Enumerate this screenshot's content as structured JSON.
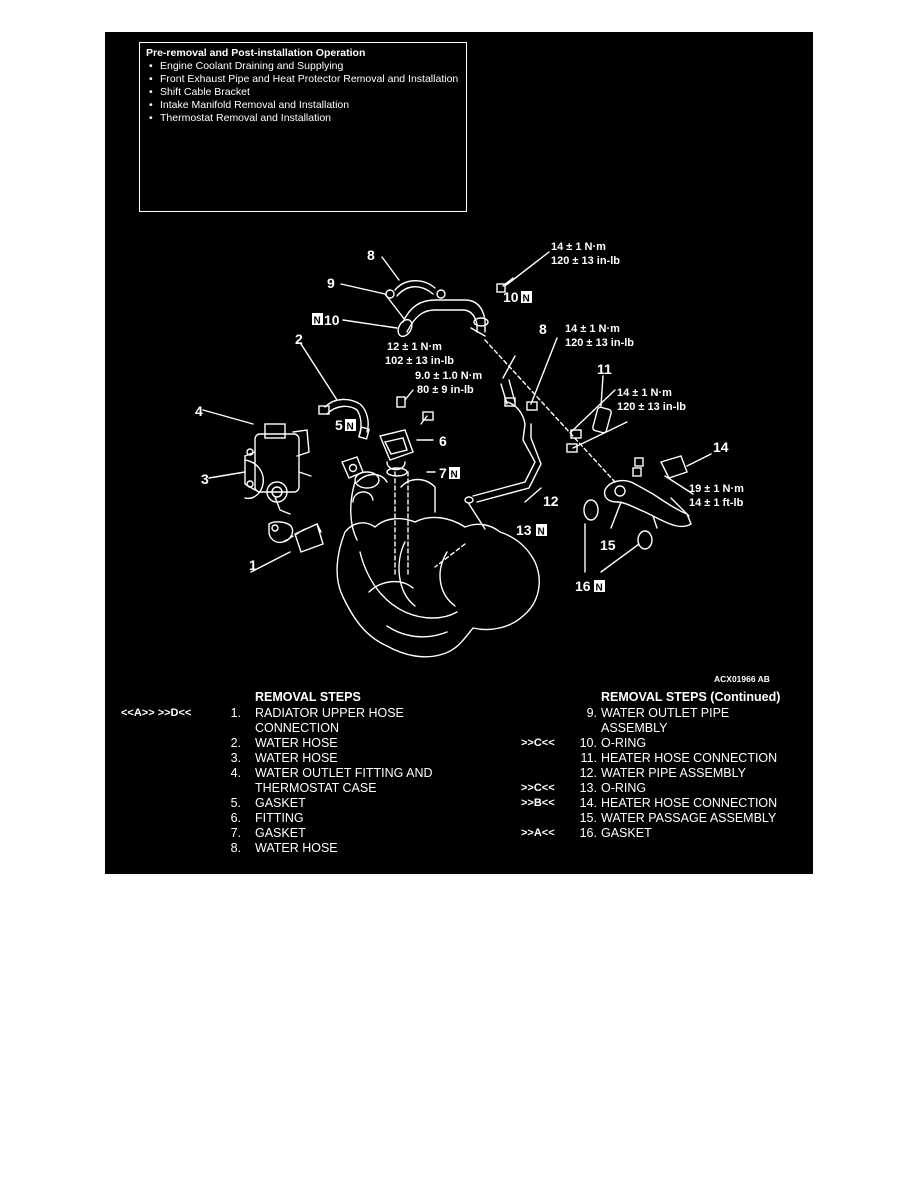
{
  "preop": {
    "title": "Pre-removal and Post-installation Operation",
    "items": [
      "Engine Coolant Draining and Supplying",
      "Front Exhaust Pipe and Heat Protector Removal and Installation",
      "Shift Cable Bracket",
      "Intake Manifold Removal and Installation",
      "Thermostat Removal and Installation"
    ]
  },
  "diagram": {
    "code": "ACX01966 AB",
    "callouts": {
      "c1": "1",
      "c2": "2",
      "c3": "3",
      "c4": "4",
      "c5": "5",
      "c6": "6",
      "c7": "7",
      "c8a": "8",
      "c8b": "8",
      "c9": "9",
      "c10a": "10",
      "c10b": "10",
      "c11": "11",
      "c12": "12",
      "c13": "13",
      "c14": "14",
      "c15": "15",
      "c16": "16",
      "n": "N"
    },
    "torques": {
      "t1a": "14 ± 1 N·m",
      "t1b": "120 ± 13 in-lb",
      "t2a": "12 ± 1 N·m",
      "t2b": "102 ± 13 in-lb",
      "t3a": "9.0 ± 1.0 N·m",
      "t3b": "80 ± 9 in-lb",
      "t4a": "14 ± 1 N·m",
      "t4b": "120 ± 13 in-lb",
      "t5a": "14 ± 1 N·m",
      "t5b": "120 ± 13 in-lb",
      "t6a": "19 ± 1 N·m",
      "t6b": "14 ± 1 ft-lb"
    }
  },
  "steps_left": {
    "header": "REMOVAL STEPS",
    "rows": [
      {
        "mark": "<<A>>    >>D<<",
        "num": "1.",
        "text": "RADIATOR UPPER HOSE"
      },
      {
        "mark": "",
        "num": "",
        "text": "CONNECTION"
      },
      {
        "mark": "",
        "num": "2.",
        "text": "WATER HOSE"
      },
      {
        "mark": "",
        "num": "3.",
        "text": "WATER HOSE"
      },
      {
        "mark": "",
        "num": "4.",
        "text": "WATER OUTLET FITTING AND"
      },
      {
        "mark": "",
        "num": "",
        "text": "THERMOSTAT CASE"
      },
      {
        "mark": "",
        "num": "5.",
        "text": "GASKET"
      },
      {
        "mark": "",
        "num": "6.",
        "text": "FITTING"
      },
      {
        "mark": "",
        "num": "7.",
        "text": "GASKET"
      },
      {
        "mark": "",
        "num": "8.",
        "text": "WATER HOSE"
      }
    ]
  },
  "steps_right": {
    "header": "REMOVAL STEPS (Continued)",
    "rows": [
      {
        "mark": "",
        "num": "9.",
        "text": "WATER OUTLET PIPE"
      },
      {
        "mark": "",
        "num": "",
        "text": "ASSEMBLY"
      },
      {
        "mark": ">>C<<",
        "num": "10.",
        "text": "O-RING"
      },
      {
        "mark": "",
        "num": "11.",
        "text": "HEATER HOSE CONNECTION"
      },
      {
        "mark": "",
        "num": "12.",
        "text": "WATER PIPE ASSEMBLY"
      },
      {
        "mark": ">>C<<",
        "num": "13.",
        "text": "O-RING"
      },
      {
        "mark": ">>B<<",
        "num": "14.",
        "text": "HEATER HOSE CONNECTION"
      },
      {
        "mark": "",
        "num": "15.",
        "text": "WATER PASSAGE ASSEMBLY"
      },
      {
        "mark": ">>A<<",
        "num": "16.",
        "text": "GASKET"
      }
    ]
  }
}
